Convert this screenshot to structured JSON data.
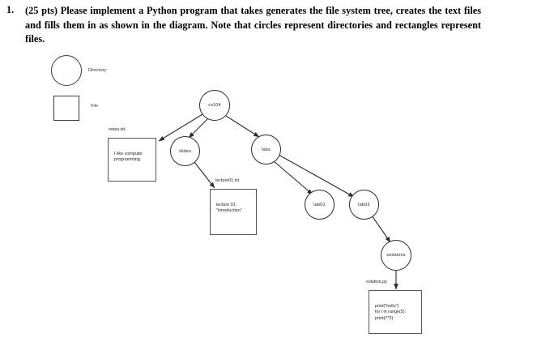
{
  "question": {
    "number": "1.",
    "text": "(25 pts) Please implement a Python program that takes generates the file system tree, creates the text files and fills them in as shown in the diagram. Note that circles represent directories and rectangles represent files."
  },
  "legend": {
    "directory_label": "Directory",
    "file_label": "File"
  },
  "diagram": {
    "directories": [
      {
        "id": "cs104",
        "label": "cs104"
      },
      {
        "id": "slides",
        "label": "slides"
      },
      {
        "id": "labs",
        "label": "labs"
      },
      {
        "id": "lab01",
        "label": "lab01"
      },
      {
        "id": "lab02",
        "label": "lab02"
      },
      {
        "id": "solutions",
        "label": "solutions"
      }
    ],
    "files": [
      {
        "id": "notes",
        "name": "notes.txt",
        "content": "I like computer\nprogramming."
      },
      {
        "id": "lecture01",
        "name": "lecture01.txt",
        "content": "lecture 01:\n\"introduction\""
      },
      {
        "id": "solution",
        "name": "solution.py",
        "content": "print(\"hello\")\nfor i in range(5):\n    print(i**2)"
      }
    ],
    "edges": [
      {
        "from": "cs104",
        "to": "notes"
      },
      {
        "from": "cs104",
        "to": "slides"
      },
      {
        "from": "cs104",
        "to": "labs"
      },
      {
        "from": "slides",
        "to": "lecture01"
      },
      {
        "from": "labs",
        "to": "lab01"
      },
      {
        "from": "labs",
        "to": "lab02"
      },
      {
        "from": "lab02",
        "to": "solutions"
      },
      {
        "from": "solutions",
        "to": "solution"
      }
    ],
    "stroke_color": "#2b2b2b"
  }
}
